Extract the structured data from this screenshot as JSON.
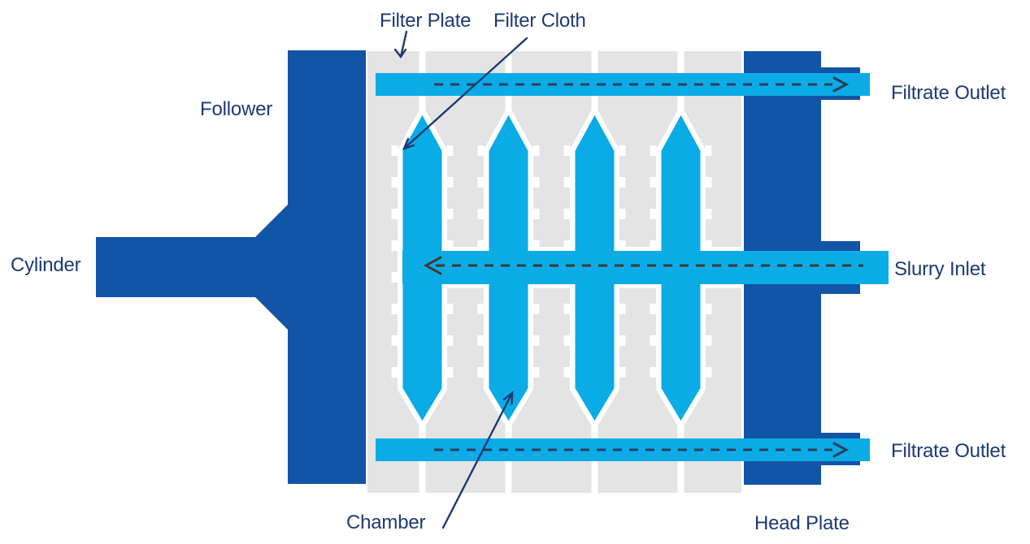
{
  "diagram": {
    "type": "filter-press-schematic",
    "labels": {
      "filter_plate": "Filter Plate",
      "filter_cloth": "Filter Cloth",
      "follower": "Follower",
      "cylinder": "Cylinder",
      "filtrate_outlet_top": "Filtrate Outlet",
      "slurry_inlet": "Slurry Inlet",
      "filtrate_outlet_bottom": "Filtrate Outlet",
      "chamber": "Chamber",
      "head_plate": "Head Plate"
    },
    "components": {
      "plates_count": 5,
      "chambers_count": 4
    },
    "flow_arrows": [
      {
        "name": "filtrate-flow-top",
        "direction": "right",
        "style": "dashed"
      },
      {
        "name": "slurry-flow",
        "direction": "left",
        "style": "dashed"
      },
      {
        "name": "filtrate-flow-bottom",
        "direction": "right",
        "style": "dashed"
      }
    ],
    "colors": {
      "dark_blue": "#1254A5",
      "cyan": "#0BABE6",
      "plate_gray": "#E4E4E4",
      "label_navy": "#1E3A72",
      "dash_navy": "#2E3F5E",
      "dash_olive": "#3E3A2E",
      "background": "#FFFFFF"
    }
  }
}
